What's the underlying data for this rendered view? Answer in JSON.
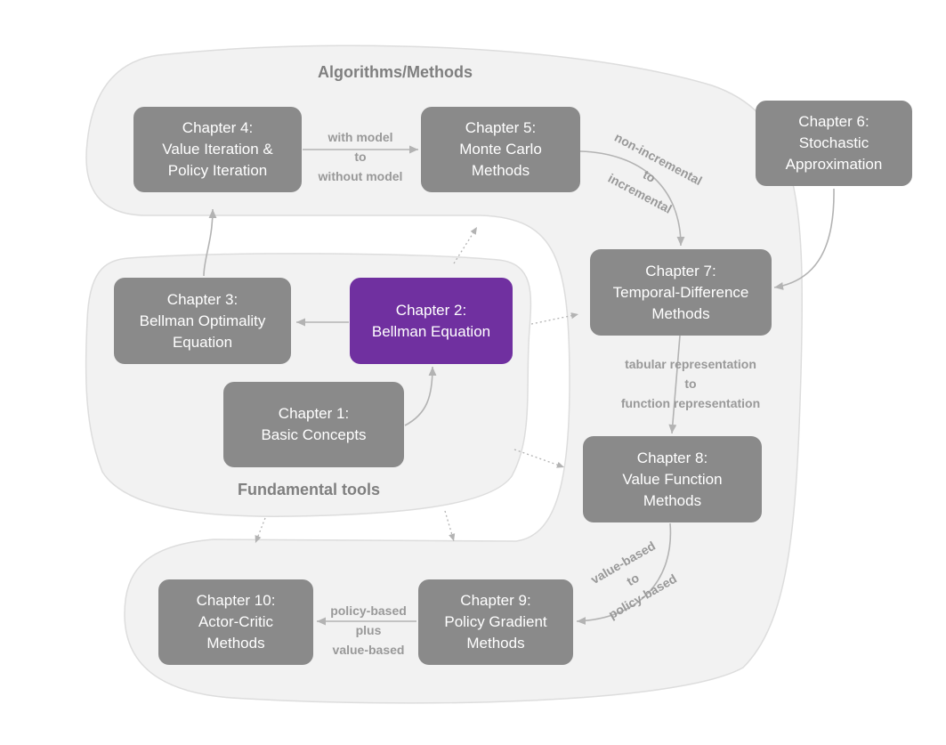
{
  "regions": {
    "algorithms": "Algorithms/Methods",
    "fundamental": "Fundamental tools"
  },
  "chapters": {
    "ch1": {
      "l1": "Chapter 1:",
      "l2": "Basic Concepts"
    },
    "ch2": {
      "l1": "Chapter 2:",
      "l2": "Bellman Equation"
    },
    "ch3": {
      "l1": "Chapter 3:",
      "l2": "Bellman Optimality",
      "l3": "Equation"
    },
    "ch4": {
      "l1": "Chapter 4:",
      "l2": "Value Iteration &",
      "l3": "Policy Iteration"
    },
    "ch5": {
      "l1": "Chapter 5:",
      "l2": "Monte Carlo",
      "l3": "Methods"
    },
    "ch6": {
      "l1": "Chapter 6:",
      "l2": "Stochastic",
      "l3": "Approximation"
    },
    "ch7": {
      "l1": "Chapter 7:",
      "l2": "Temporal-Difference",
      "l3": "Methods"
    },
    "ch8": {
      "l1": "Chapter 8:",
      "l2": "Value Function",
      "l3": "Methods"
    },
    "ch9": {
      "l1": "Chapter 9:",
      "l2": "Policy Gradient",
      "l3": "Methods"
    },
    "ch10": {
      "l1": "Chapter 10:",
      "l2": "Actor-Critic",
      "l3": "Methods"
    }
  },
  "edges": {
    "e45": {
      "l1": "with model",
      "l2": "to",
      "l3": "without model"
    },
    "e57": {
      "l1": "non-incremental",
      "l2": "to",
      "l3": "incremental"
    },
    "e78": {
      "l1": "tabular representation",
      "l2": "to",
      "l3": "function representation"
    },
    "e89": {
      "l1": "value-based",
      "l2": "to",
      "l3": "policy-based"
    },
    "e910": {
      "l1": "policy-based",
      "l2": "plus",
      "l3": "value-based"
    }
  },
  "colors": {
    "box": "#8a8a8a",
    "highlight": "#7030a0",
    "region": "#f2f2f2",
    "arrow": "#b3b3b3",
    "label": "#999999"
  }
}
